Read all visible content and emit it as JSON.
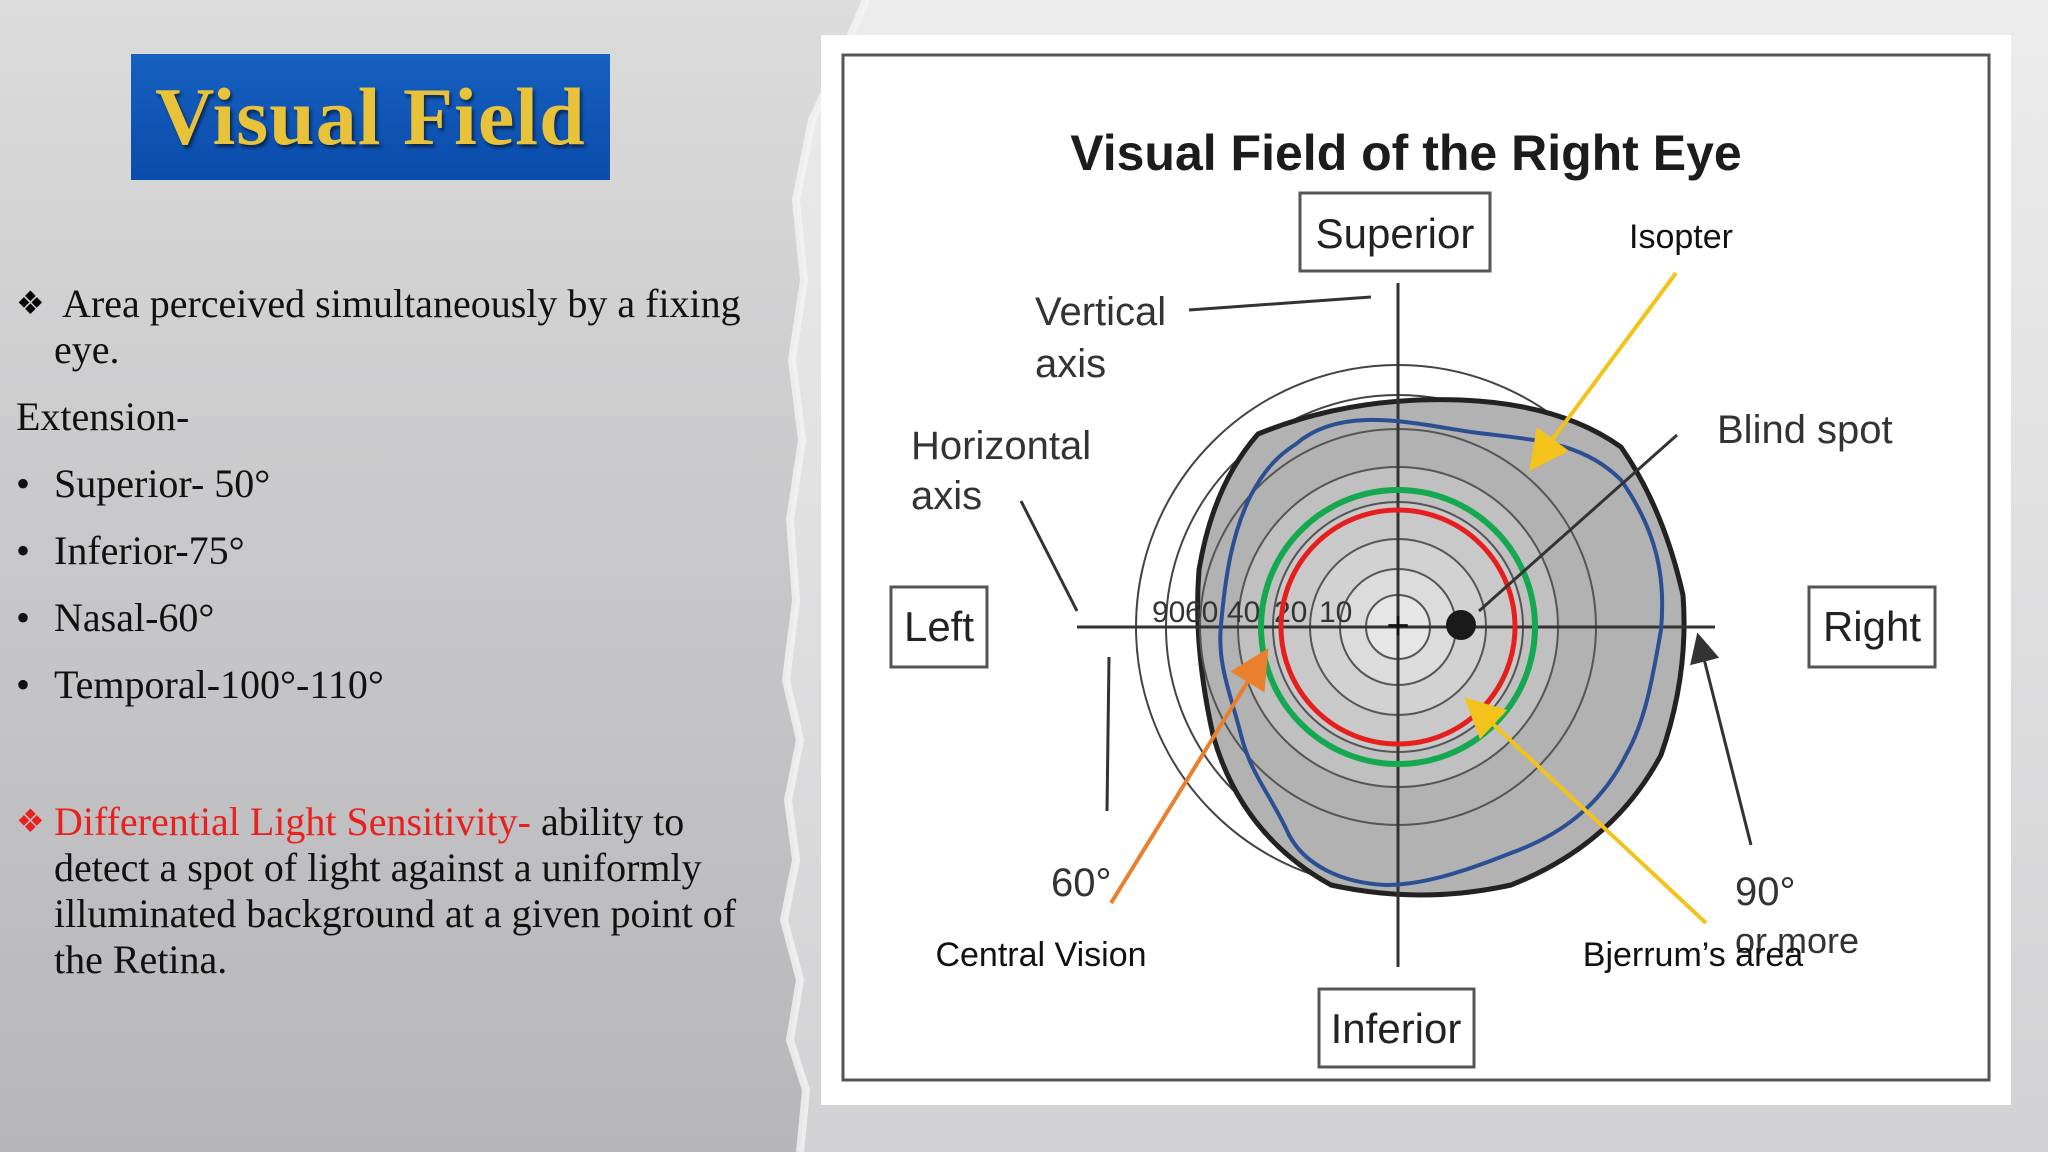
{
  "slide_title": "Visual Field",
  "definition": {
    "line1": "Area perceived simultaneously by a fixing",
    "line2": "eye."
  },
  "extension_label": "Extension-",
  "extensions": [
    {
      "text": "Superior- 50°"
    },
    {
      "text": "Inferior-75°"
    },
    {
      "text": "Nasal-60°"
    },
    {
      "text": "Temporal-100°-110°"
    }
  ],
  "dls": {
    "term": "Differential Light Sensitivity-",
    "line1_rest": " ability to",
    "line2": "detect a spot of light against a uniformly",
    "line3": "illuminated background at a given point of",
    "line4": "the Retina."
  },
  "diagram": {
    "title": "Visual Field of the Right Eye",
    "superior": "Superior",
    "inferior": "Inferior",
    "left": "Left",
    "right": "Right",
    "vertical_axis_1": "Vertical",
    "vertical_axis_2": "axis",
    "horizontal_axis_1": "Horizontal",
    "horizontal_axis_2": "axis",
    "blind_spot": "Blind spot",
    "scale_labels": [
      "90",
      "60",
      "40",
      "20",
      "10"
    ],
    "label_60": "60°",
    "label_90_1": "90°",
    "label_90_2": "or more",
    "isopter": "Isopter",
    "central_vision": "Central Vision",
    "bjerrum": "Bjerrum’s area"
  },
  "colors": {
    "title_bg": "#0a4cab",
    "title_text": "#e8c33a",
    "isopter_line": "#2b4f92",
    "green_ring": "#14a850",
    "red_ring": "#e61e1e",
    "yellow_arrow": "#f3c21b",
    "orange_arrow": "#ea7f2e"
  }
}
